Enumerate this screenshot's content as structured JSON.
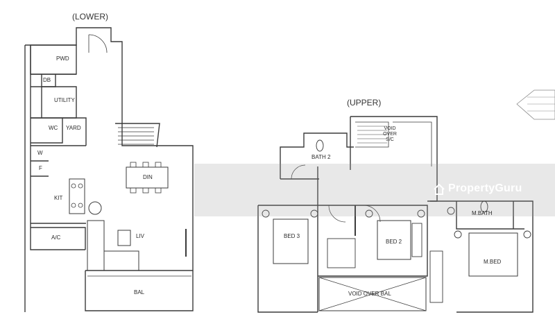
{
  "titles": {
    "lower": "(LOWER)",
    "upper": "(UPPER)"
  },
  "lower_rooms": {
    "pwd": "PWD",
    "db": "DB",
    "utility": "UTILITY",
    "wc": "WC",
    "yard": "YARD",
    "w": "W",
    "f": "F",
    "kit": "KIT",
    "din": "DIN",
    "liv": "LIV",
    "ac": "A/C",
    "bal": "BAL"
  },
  "upper_rooms": {
    "void_stair": "VOID OVER S/C",
    "bath2": "BATH 2",
    "bed3": "BED 3",
    "bed2": "BED 2",
    "mbath": "M.BATH",
    "mbed": "M.BED",
    "void_bal": "VOID OVER BAL"
  },
  "watermark": {
    "text": "PropertyGuru",
    "icon": "home-icon"
  },
  "colors": {
    "wall": "#3a3a3a",
    "line": "#555555",
    "watermark": "#ffffff"
  }
}
